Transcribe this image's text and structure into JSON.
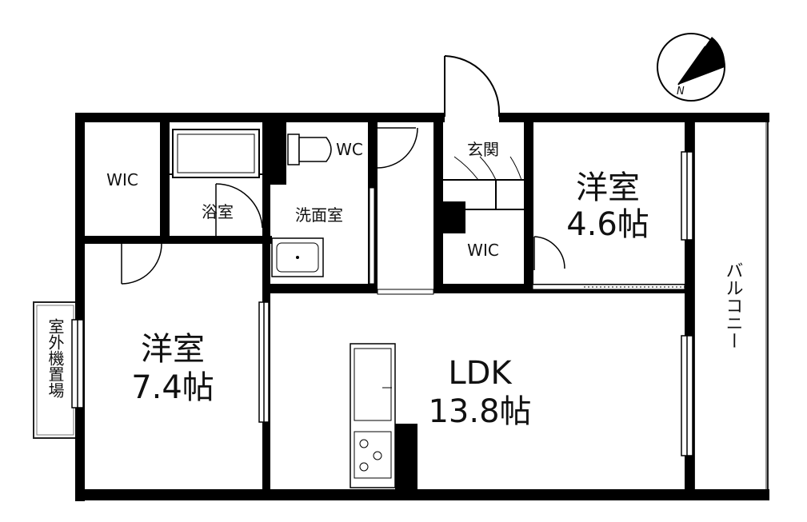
{
  "colors": {
    "wall": "#000000",
    "line": "#222222",
    "fixture": "#bdbdbd",
    "background": "#ffffff"
  },
  "compass": {
    "north_label": "N",
    "icon": "compass-icon"
  },
  "rooms": {
    "wic_top_left": {
      "label": "WIC"
    },
    "bathroom": {
      "label": "浴室"
    },
    "toilet": {
      "label": "WC"
    },
    "washroom": {
      "label": "洗面室"
    },
    "entrance": {
      "label": "玄関"
    },
    "wic_center": {
      "label": "WIC"
    },
    "western_small": {
      "name": "洋室",
      "size": "4.6帖"
    },
    "western_large": {
      "name": "洋室",
      "size": "7.4帖"
    },
    "ldk": {
      "name": "LDK",
      "size": "13.8帖"
    },
    "balcony": {
      "label": "バルコニー"
    },
    "outdoor_unit": {
      "label": "室外機置場"
    }
  }
}
